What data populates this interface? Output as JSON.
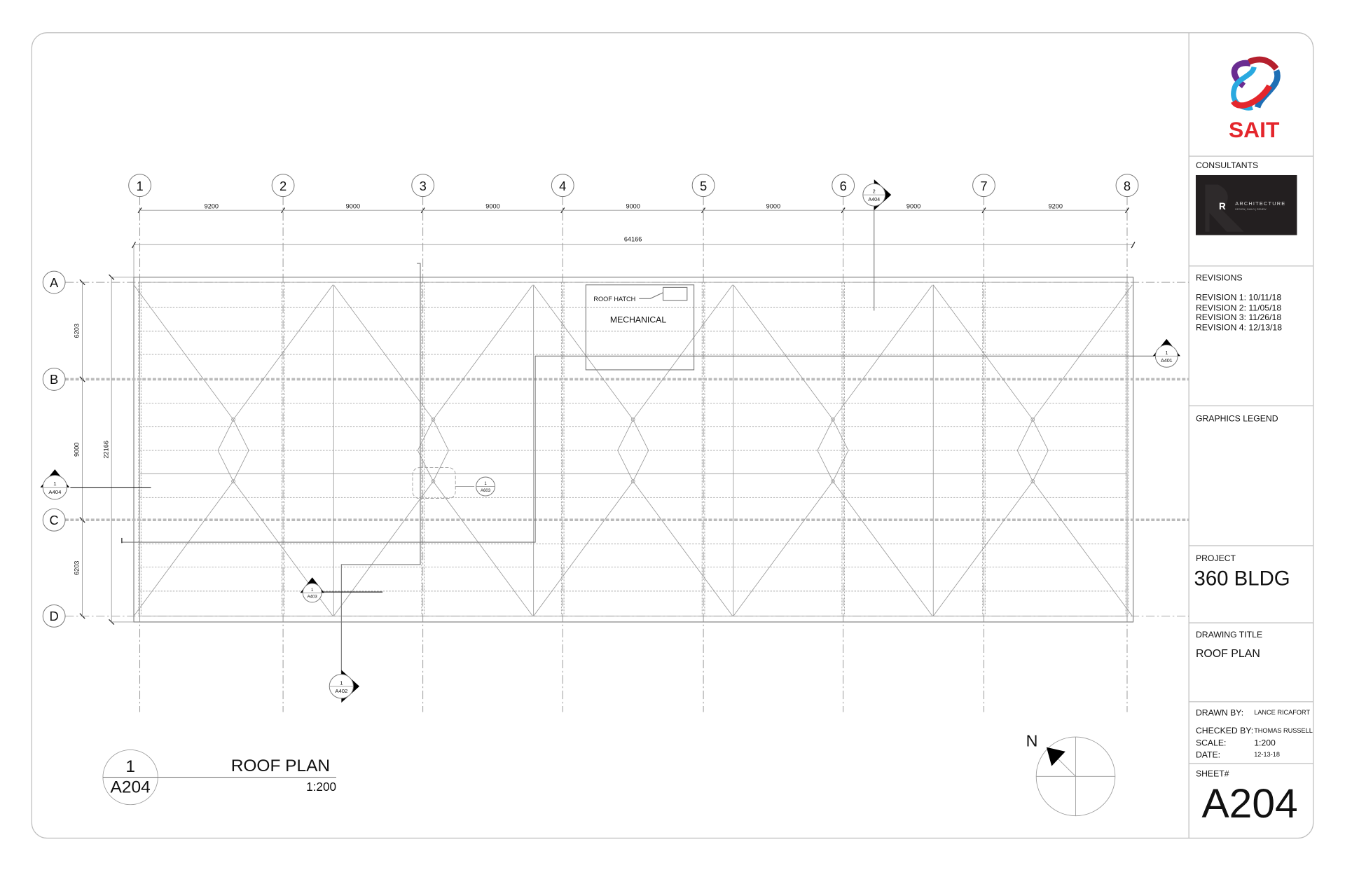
{
  "sheet": {
    "grid_columns": [
      "1",
      "2",
      "3",
      "4",
      "5",
      "6",
      "7",
      "8"
    ],
    "grid_rows": [
      "A",
      "B",
      "C",
      "D"
    ],
    "column_dimensions": [
      "9200",
      "9000",
      "9000",
      "9000",
      "9000",
      "9000",
      "9200"
    ],
    "overall_width": "64166",
    "row_dimensions": [
      "6203",
      "9000",
      "6203"
    ],
    "overall_depth": "22166",
    "labels": {
      "roof_hatch": "ROOF HATCH",
      "mechanical": "MECHANICAL"
    },
    "callouts": {
      "a404_top": {
        "num": "2",
        "sheet": "A404"
      },
      "a401": {
        "num": "1",
        "sheet": "A401"
      },
      "a404_left": {
        "num": "1",
        "sheet": "A404"
      },
      "a603": {
        "num": "1",
        "sheet": "A603"
      },
      "a403": {
        "num": "1",
        "sheet": "A403"
      },
      "a402": {
        "num": "1",
        "sheet": "A402"
      }
    },
    "north_label": "N",
    "view_title": {
      "num": "1",
      "sheet": "A204",
      "title": "ROOF PLAN",
      "scale": "1:200"
    }
  },
  "title_block": {
    "logo_text": "SAIT",
    "consultants_label": "CONSULTANTS",
    "consultant_logo_text": "ARCHITECTURE",
    "consultant_logo_sub": "DESIGN | BUILD | RENEW",
    "revisions_label": "REVISIONS",
    "revisions": [
      "REVISION 1: 10/11/18",
      "REVISION 2: 11/05/18",
      "REVISION 3: 11/26/18",
      "REVISION 4: 12/13/18"
    ],
    "graphics_legend_label": "GRAPHICS LEGEND",
    "project_label": "PROJECT",
    "project_name": "360 BLDG",
    "drawing_title_label": "DRAWING TITLE",
    "drawing_title": "ROOF PLAN",
    "drawn_by_label": "DRAWN BY:",
    "drawn_by": "LANCE RICAFORT",
    "checked_by_label": "CHECKED BY:",
    "checked_by": "THOMAS RUSSELL",
    "scale_label": "SCALE:",
    "scale": "1:200",
    "date_label": "DATE:",
    "date": "12-13-18",
    "sheet_label": "SHEET#",
    "sheet_number": "A204"
  }
}
